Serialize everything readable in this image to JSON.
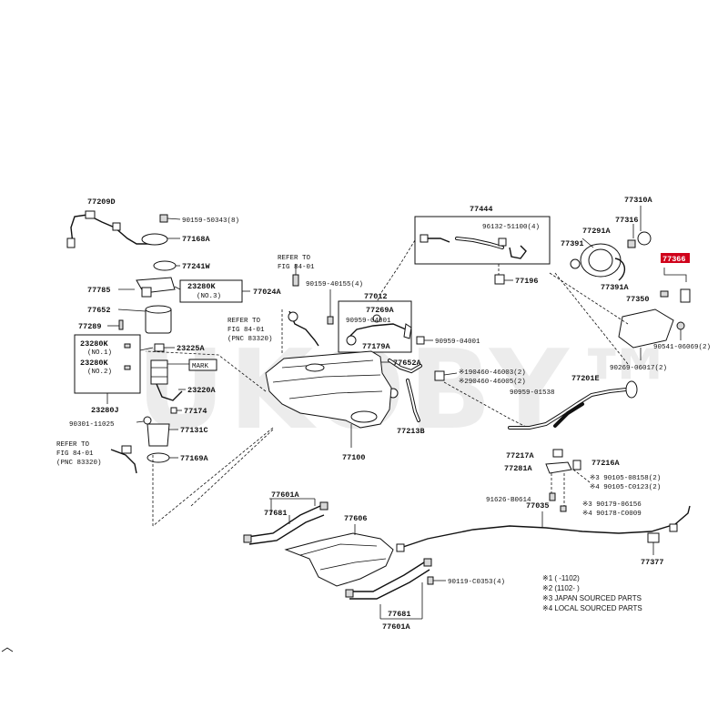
{
  "watermark": "UKOBY™",
  "refs": {
    "fig1": {
      "line1": "REFER TO",
      "line2": "FIG 84-01"
    },
    "fig2": {
      "line1": "REFER TO",
      "line2": "FIG 84-01",
      "line3": "(PNC 83320)"
    },
    "fig3": {
      "line1": "REFER TO",
      "line2": "FIG 84-01",
      "line3": "(PNC 83320)"
    }
  },
  "labels": {
    "p77209D": "77209D",
    "p90159_50343": "90159-50343(8)",
    "p77168A": "77168A",
    "p77241W": "77241W",
    "p77785": "77785",
    "p23280K_n3": "23280K",
    "n3": "(NO.3)",
    "p77024A": "77024A",
    "p77652": "77652",
    "p77289": "77289",
    "p23280K_n1": "23280K",
    "n1": "(NO.1)",
    "p23280K_n2": "23280K",
    "n2": "(NO.2)",
    "p23225A": "23225A",
    "mark": "MARK",
    "p23220A": "23220A",
    "p23280J": "23280J",
    "p77174": "77174",
    "p90301_11025": "90301-11025",
    "p77131C": "77131C",
    "p77169A": "77169A",
    "p90159_40155": "90159-40155(4)",
    "p77012": "77012",
    "p77269A": "77269A",
    "p90959_04001a": "90959-04001",
    "p90959_04001b": "90959-04001",
    "p77179A": "77179A",
    "p77652A": "77652A",
    "p77100": "77100",
    "p77213B": "77213B",
    "p77444": "77444",
    "p96132_51100": "96132-51100(4)",
    "p77196": "77196",
    "p190460": "※190460-46003(2)",
    "p290460": "※290460-46005(2)",
    "p90959_01538": "90959-01538",
    "p77310A": "77310A",
    "p77316": "77316",
    "p77291A": "77291A",
    "p77391": "77391",
    "p77391A": "77391A",
    "p77366": "77366",
    "p77350": "77350",
    "p90541_06069": "90541-06069(2)",
    "p90269_06017": "90269-06017(2)",
    "p77201E": "77201E",
    "p77217A": "77217A",
    "p77281A": "77281A",
    "p77216A": "77216A",
    "p90105_08158": "※3 90105-08158(2)",
    "p90105_C0123": "※4 90105-C0123(2)",
    "p91626_B0614": "91626-B0614",
    "p90179_06156": "※3 90179-06156",
    "p90178_C0009": "※4 90178-C0009",
    "p77601A_top": "77601A",
    "p77681_top": "77681",
    "p77606": "77606",
    "p77035": "77035",
    "p77377": "77377",
    "p90119_C0353": "90119-C0353(4)",
    "p77681_bot": "77681",
    "p77601A_bot": "77601A"
  },
  "notes": [
    "※1 (     -1102)",
    "※2 (1102-     )",
    "※3 JAPAN SOURCED PARTS",
    "※4 LOCAL SOURCED PARTS"
  ],
  "colors": {
    "highlight": "#d0021b",
    "ink": "#111111"
  }
}
